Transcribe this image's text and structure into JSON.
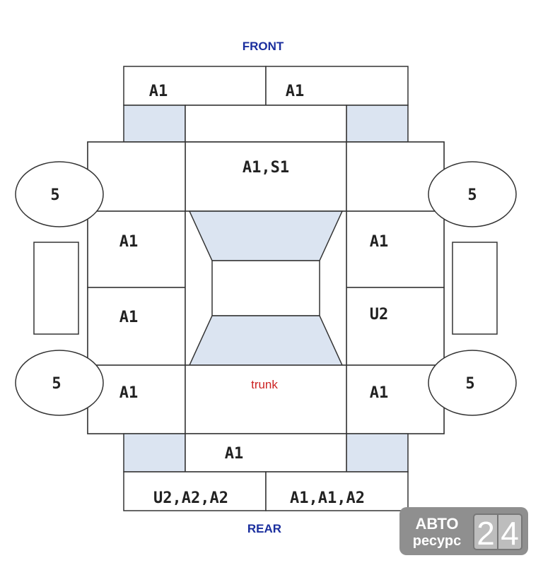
{
  "labels": {
    "front": "FRONT",
    "rear": "REAR",
    "trunk": "trunk",
    "front_bumper_left": "A1",
    "front_bumper_right": "A1",
    "hood": "A1,S1",
    "front_left_fender": "",
    "front_right_fender": "",
    "front_left_door": "A1",
    "front_right_door": "A1",
    "rear_left_door": "A1",
    "rear_right_door": "U2",
    "rear_left_quarter": "A1",
    "rear_right_quarter": "A1",
    "trunk_lid": "A1",
    "rear_bumper_left": "U2,A2,A2",
    "rear_bumper_right": "A1,A1,A2",
    "wheel_front_left": "5",
    "wheel_front_right": "5",
    "wheel_rear_left": "5",
    "wheel_rear_right": "5"
  },
  "colors": {
    "front_rear_text": "#1a2e9e",
    "trunk_text": "#cc2222",
    "shade_fill": "#dbe4f1",
    "outline": "#333333"
  },
  "watermark": {
    "line1": "АВТО",
    "line2": "ресурс",
    "digit1": "2",
    "digit2": "4"
  }
}
